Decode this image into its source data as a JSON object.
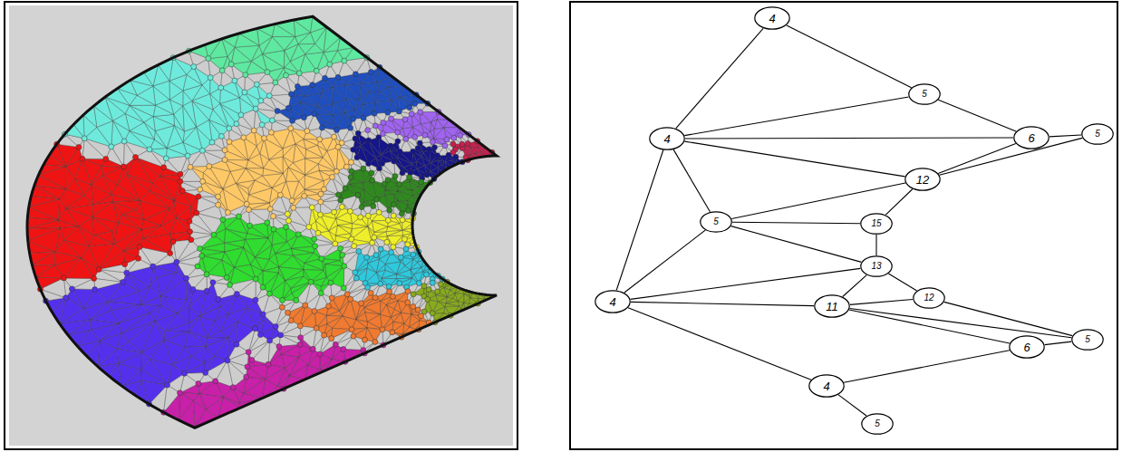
{
  "diagram": {
    "nodes": [
      {
        "text": [
          "4"
        ]
      },
      {
        "text": [
          "5"
        ]
      },
      {
        "text": [
          "4"
        ]
      },
      {
        "text": [
          "6"
        ]
      },
      {
        "text": [
          "5"
        ]
      },
      {
        "text": [
          "12"
        ]
      },
      {
        "text": [
          "5"
        ]
      },
      {
        "text": [
          "15"
        ]
      },
      {
        "text": [
          "13"
        ]
      },
      {
        "text": [
          "4"
        ]
      },
      {
        "text": [
          "11"
        ]
      },
      {
        "text": [
          "12"
        ]
      },
      {
        "text": [
          "6"
        ]
      },
      {
        "text": [
          "5"
        ]
      },
      {
        "text": [
          "4"
        ]
      },
      {
        "text": [
          "5"
        ]
      }
    ],
    "edges": [
      {
        "from": 0,
        "to": 1,
        "arrow": "none"
      },
      {
        "from": 0,
        "to": 2,
        "arrow": "none"
      },
      {
        "from": 1,
        "to": 2,
        "arrow": "none"
      },
      {
        "from": 1,
        "to": 3,
        "arrow": "none"
      },
      {
        "from": 2,
        "to": 3,
        "arrow": "none"
      },
      {
        "from": 2,
        "to": 5,
        "arrow": "none"
      },
      {
        "from": 2,
        "to": 6,
        "arrow": "none"
      },
      {
        "from": 2,
        "to": 9,
        "arrow": "none"
      },
      {
        "from": 3,
        "to": 4,
        "arrow": "none"
      },
      {
        "from": 3,
        "to": 5,
        "arrow": "none"
      },
      {
        "from": 4,
        "to": 5,
        "arrow": "none"
      },
      {
        "from": 5,
        "to": 6,
        "arrow": "none"
      },
      {
        "from": 5,
        "to": 7,
        "arrow": "none"
      },
      {
        "from": 6,
        "to": 7,
        "arrow": "none"
      },
      {
        "from": 6,
        "to": 8,
        "arrow": "none"
      },
      {
        "from": 6,
        "to": 9,
        "arrow": "none"
      },
      {
        "from": 7,
        "to": 8,
        "arrow": "none"
      },
      {
        "from": 8,
        "to": 9,
        "arrow": "none"
      },
      {
        "from": 8,
        "to": 10,
        "arrow": "none"
      },
      {
        "from": 8,
        "to": 11,
        "arrow": "none"
      },
      {
        "from": 9,
        "to": 10,
        "arrow": "none"
      },
      {
        "from": 9,
        "to": 14,
        "arrow": "none"
      },
      {
        "from": 10,
        "to": 11,
        "arrow": "none"
      },
      {
        "from": 10,
        "to": 12,
        "arrow": "none"
      },
      {
        "from": 10,
        "to": 13,
        "arrow": "none"
      },
      {
        "from": 11,
        "to": 13,
        "arrow": "none"
      },
      {
        "from": 12,
        "to": 13,
        "arrow": "none"
      },
      {
        "from": 14,
        "to": 12,
        "arrow": "none"
      },
      {
        "from": 14,
        "to": 15,
        "arrow": "none"
      }
    ]
  }
}
